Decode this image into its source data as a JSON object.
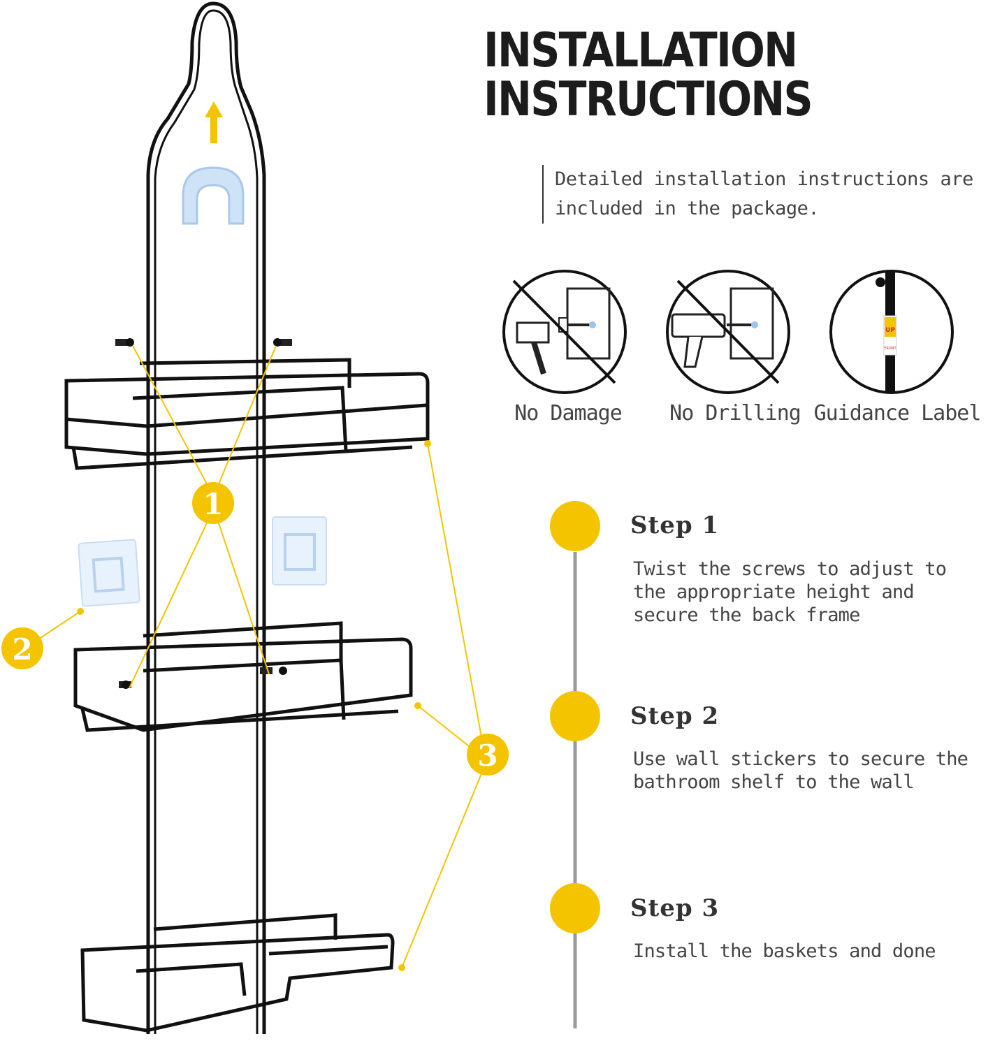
{
  "title": {
    "line1": "INSTALLATION",
    "line2": "INSTRUCTIONS"
  },
  "intro": "Detailed installation instructions are included in the package.",
  "features": [
    {
      "label": "No Damage",
      "icon": "no-hammer-icon"
    },
    {
      "label": "No Drilling",
      "icon": "no-drill-icon"
    },
    {
      "label": "Guidance Label",
      "icon": "guidance-label-icon",
      "sticker_top": "UP",
      "sticker_bottom": "FRONT"
    }
  ],
  "steps": [
    {
      "title": "Step 1",
      "text": "Twist the screws to adjust to the appropriate height and secure the back frame"
    },
    {
      "title": "Step 2",
      "text": "Use wall stickers to secure the bathroom shelf to the wall"
    },
    {
      "title": "Step 3",
      "text": "Install the baskets and done"
    }
  ],
  "callouts": [
    "1",
    "2",
    "3"
  ],
  "colors": {
    "accent": "#F5C400",
    "ink": "#1c1c1c",
    "timeline": "#9a9a9a"
  }
}
